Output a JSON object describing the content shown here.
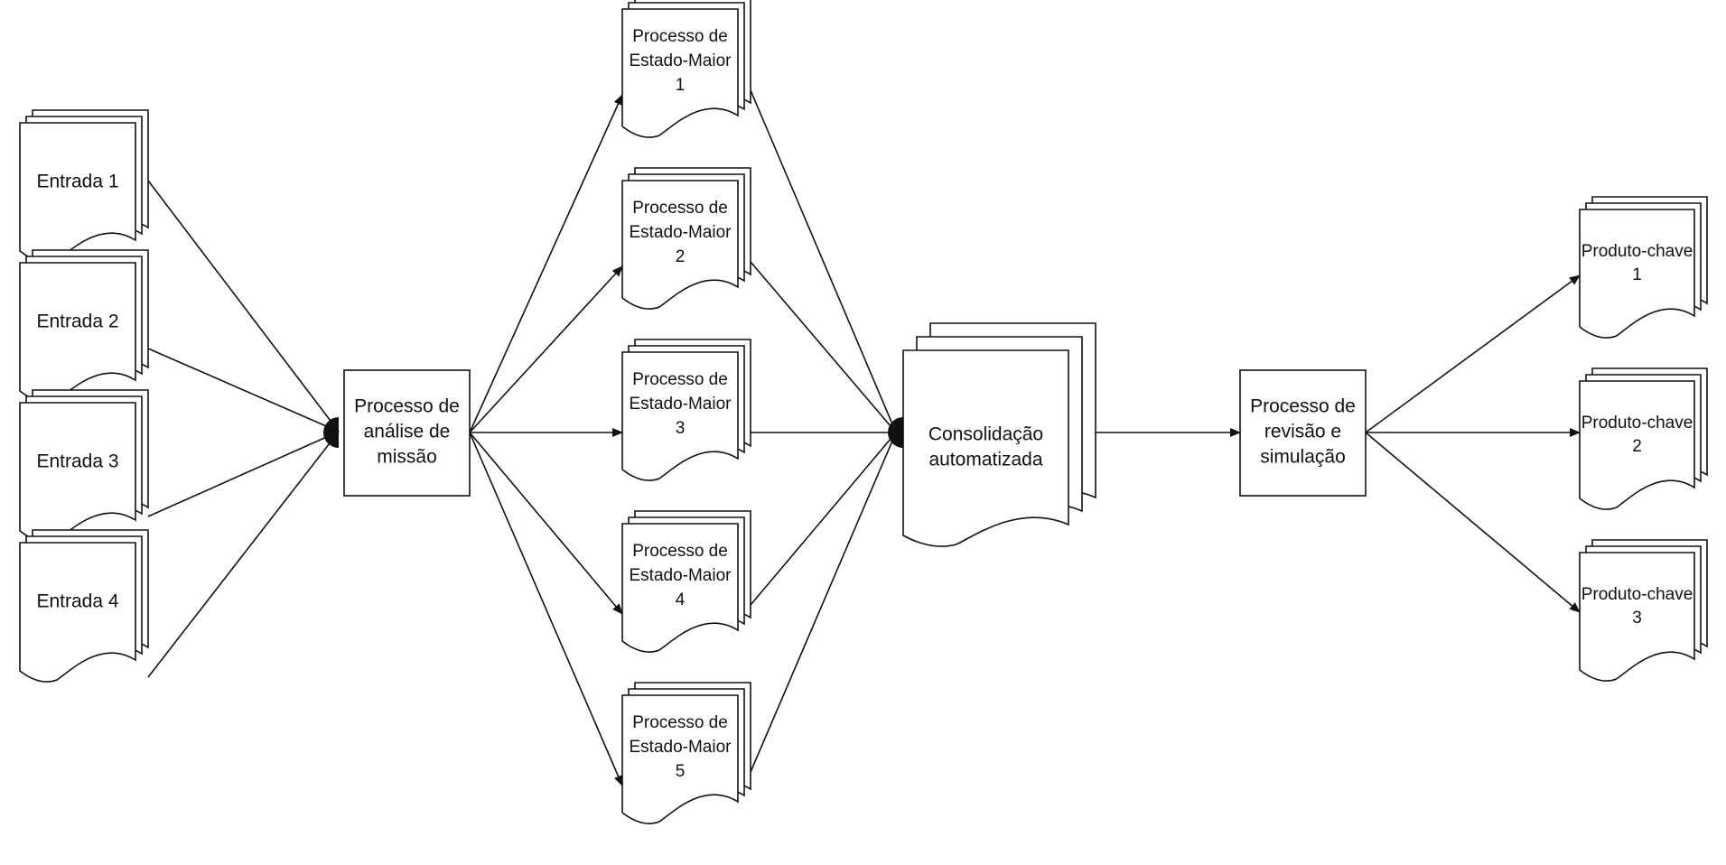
{
  "colors": {
    "stroke": "#111111",
    "background": "#ffffff"
  },
  "inputs": [
    {
      "label": "Entrada 1"
    },
    {
      "label": "Entrada 2"
    },
    {
      "label": "Entrada 3"
    },
    {
      "label": "Entrada 4"
    }
  ],
  "mission_analysis": {
    "lines": [
      "Processo de",
      "análise de",
      "missão"
    ]
  },
  "staff_processes": [
    {
      "lines": [
        "Processo de",
        "Estado-Maior",
        "1"
      ]
    },
    {
      "lines": [
        "Processo de",
        "Estado-Maior",
        "2"
      ]
    },
    {
      "lines": [
        "Processo de",
        "Estado-Maior",
        "3"
      ]
    },
    {
      "lines": [
        "Processo de",
        "Estado-Maior",
        "4"
      ]
    },
    {
      "lines": [
        "Processo de",
        "Estado-Maior",
        "5"
      ]
    }
  ],
  "consolidation": {
    "lines": [
      "Consolidação",
      "automatizada"
    ]
  },
  "review": {
    "lines": [
      "Processo de",
      "revisão e",
      "simulação"
    ]
  },
  "products": [
    {
      "lines": [
        "Produto-chave",
        "1"
      ]
    },
    {
      "lines": [
        "Produto-chave",
        "2"
      ]
    },
    {
      "lines": [
        "Produto-chave",
        "3"
      ]
    }
  ]
}
